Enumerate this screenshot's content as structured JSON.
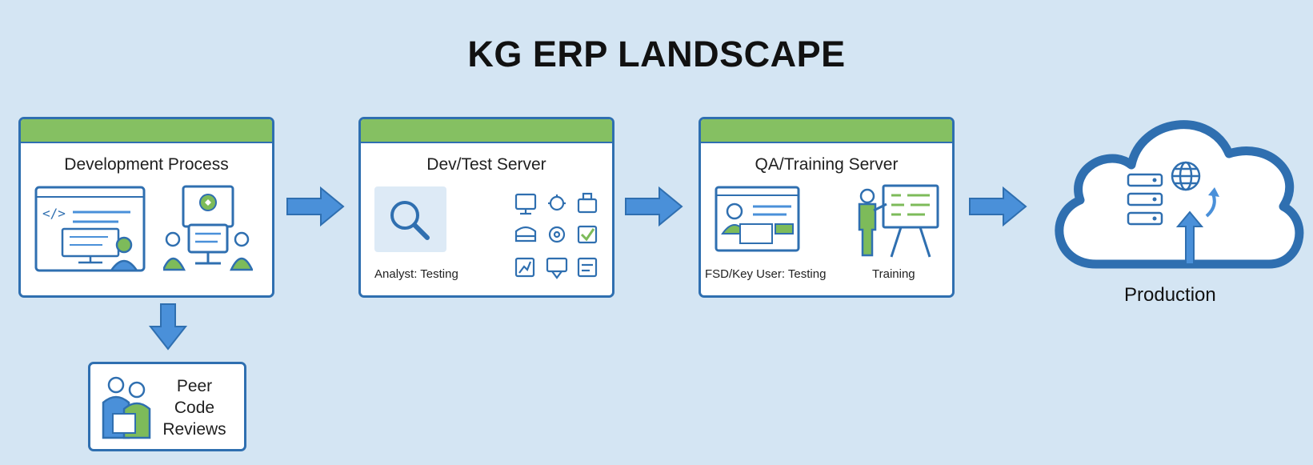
{
  "title": "KG ERP LANDSCAPE",
  "stages": [
    {
      "title": "Development Process"
    },
    {
      "title": "Dev/Test Server",
      "captions": [
        "Analyst: Testing"
      ]
    },
    {
      "title": "QA/Training Server",
      "captions": [
        "FSD/Key User: Testing",
        "Training"
      ]
    }
  ],
  "peer_review": {
    "lines": [
      "Peer",
      "Code",
      "Reviews"
    ]
  },
  "production": {
    "label": "Production"
  },
  "colors": {
    "accent_blue": "#2f6fb0",
    "arrow_blue": "#4a90d9",
    "header_green": "#85c062",
    "background": "#d4e5f3",
    "icon_green": "#7dbb5a"
  }
}
